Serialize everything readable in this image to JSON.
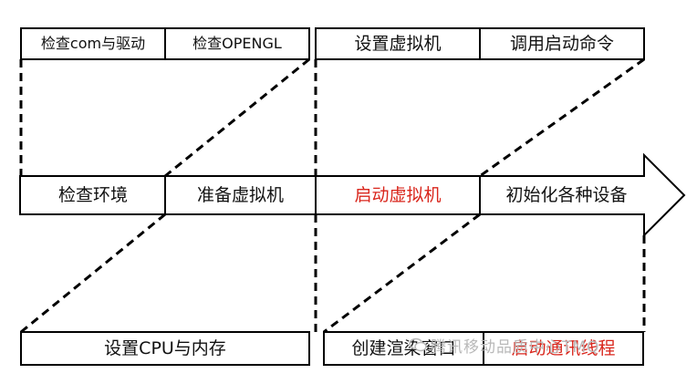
{
  "diagram": {
    "top_left_boxes": [
      "检查com与驱动",
      "检查OPENGL"
    ],
    "top_right_boxes": [
      "设置虚拟机",
      "调用启动命令"
    ],
    "arrow_stages": [
      "检查环境",
      "准备虚拟机",
      "启动虚拟机",
      "初始化各种设备"
    ],
    "bottom_left_box": "设置CPU与内存",
    "bottom_right_boxes": [
      "创建渲染窗口",
      "启动通讯线程"
    ],
    "highlight_color": "#d9261c",
    "line_color": "#000000"
  },
  "watermark": {
    "text": "腾讯移动品质中心TMQ",
    "icon": "wechat-icon"
  }
}
